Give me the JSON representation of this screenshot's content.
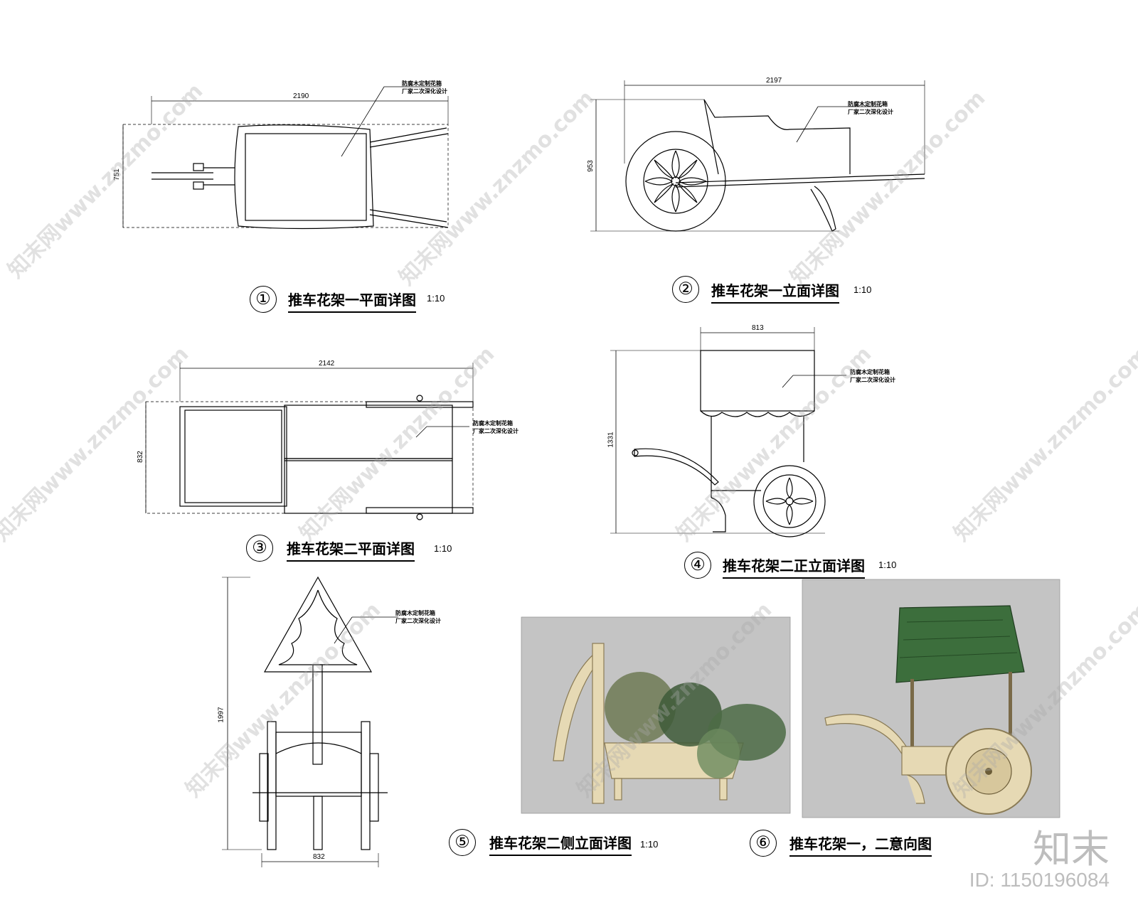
{
  "figures": [
    {
      "num": "①",
      "title": "推车花架一平面详图",
      "scale": "1:10"
    },
    {
      "num": "②",
      "title": "推车花架一立面详图",
      "scale": "1:10"
    },
    {
      "num": "③",
      "title": "推车花架二平面详图",
      "scale": "1:10"
    },
    {
      "num": "④",
      "title": "推车花架二正立面详图",
      "scale": "1:10"
    },
    {
      "num": "⑤",
      "title": "推车花架二侧立面详图",
      "scale": "1:10"
    },
    {
      "num": "⑥",
      "title": "推车花架一，二意向图",
      "scale": ""
    }
  ],
  "dims": {
    "d1_w": "2190",
    "d1_h": "751",
    "d2_w": "2197",
    "d2_h": "953",
    "d3_w": "2142",
    "d3_h": "832",
    "d4_w": "813",
    "d4_h": "1331",
    "d5_w": "832",
    "d5_h": "1997"
  },
  "note": {
    "line1": "防腐木定制花箱",
    "line2": "厂家二次深化设计"
  },
  "watermark": "知末网www.znzmo.com",
  "brand": {
    "logo": "知末",
    "id": "ID: 1150196084"
  }
}
